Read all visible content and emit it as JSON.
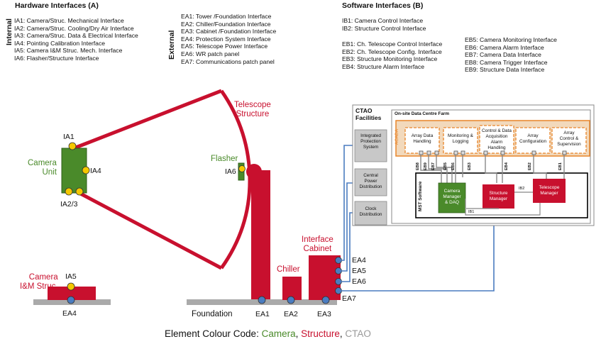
{
  "colors": {
    "camera": "#4a8a2a",
    "structure": "#c8102e",
    "ctao": "#9a9a9a",
    "orange": "#e8852a",
    "blue": "#4a7cc0",
    "yellow": "#f5c800",
    "interface_blue": "#4a7cc0"
  },
  "hardware": {
    "title": "Hardware Interfaces (A)",
    "internal_label": "Internal",
    "external_label": "External",
    "internal": [
      "IA1: Camera/Struc. Mechanical Interface",
      "IA2: Camera/Struc. Cooling/Dry Air Interface",
      "IA3: Camera/Struc. Data & Electrical Interface",
      "IA4: Pointing Calibration Interface",
      "IA5: Camera I&M Struc. Mech. Interface",
      "IA6: Flasher/Structure Interface"
    ],
    "external": [
      "EA1: Tower /Foundation Interface",
      "EA2: Chiller/Foundation Interface",
      "EA3: Cabinet /Foundation Interface",
      "EA4: Protection System Interface",
      "EA5: Telescope Power Interface",
      "EA6: WR patch panel",
      "EA7: Communications patch panel"
    ]
  },
  "software": {
    "title": "Software Interfaces (B)",
    "ib": [
      "IB1: Camera Control Interface",
      "IB2: Structure Control Interface"
    ],
    "eb_left": [
      "EB1: Ch. Telescope Control Interface",
      "EB2: Ch. Telescope Config. Interface",
      "EB3: Structure Monitoring Interface",
      "EB4: Structure Alarm Interface"
    ],
    "eb_right": [
      "EB5: Camera Monitoring Interface",
      "EB6: Camera Alarm Interface",
      "EB7: Camera Data Interface",
      "EB8: Camera Trigger Interface",
      "EB9: Structure Data Interface"
    ]
  },
  "diagram": {
    "telescope_label": [
      "Telescope",
      "Structure"
    ],
    "camera_label": [
      "Camera",
      "Unit"
    ],
    "flasher_label": "Flasher",
    "camera_im_label": [
      "Camera",
      "I&M Struc."
    ],
    "chiller_label": "Chiller",
    "cabinet_label": [
      "Interface",
      "Cabinet"
    ],
    "foundation_label": "Foundation",
    "ia_points": [
      "IA1",
      "IA4",
      "IA2/3",
      "IA6",
      "IA5"
    ],
    "ea_points": [
      "EA1",
      "EA2",
      "EA3",
      "EA4",
      "EA5",
      "EA6",
      "EA7",
      "EA4"
    ]
  },
  "ctao": {
    "facilities_label": [
      "CTAO",
      "Facilities"
    ],
    "side_boxes": [
      [
        "Integrated",
        "Protection",
        "System"
      ],
      [
        "Central",
        "Power",
        "Distribution"
      ],
      [
        "Clock",
        "Distribution"
      ]
    ],
    "farm_label": "On-site Data Centre Farm",
    "acada_label": "ACADA",
    "acada_boxes": [
      [
        "Array Data",
        "Handling"
      ],
      [
        "Monitoring &",
        "Logging"
      ],
      [
        "Control & Data",
        "Acquisition",
        "Alarm",
        "Handling"
      ],
      [
        "Array",
        "Configuration"
      ],
      [
        "Array",
        "Control &",
        "Supervision"
      ]
    ],
    "eb_tags": [
      "EB8",
      "EB9",
      "EB7",
      "EB5",
      "EB6",
      "EB3",
      "EB4",
      "EB2",
      "EB1"
    ],
    "mst_label": "MST Software",
    "camera_manager": [
      "Camera",
      "Manager",
      "& DAQ"
    ],
    "structure_manager": [
      "Structure",
      "Manager"
    ],
    "telescope_manager": [
      "Telescope",
      "Manager"
    ],
    "ib_tags": [
      "IB2",
      "IB1"
    ]
  },
  "legend": {
    "prefix": "Element Colour Code: ",
    "camera": "Camera",
    "sep1": ", ",
    "structure": "Structure",
    "sep2": ", ",
    "ctao": "CTAO"
  }
}
